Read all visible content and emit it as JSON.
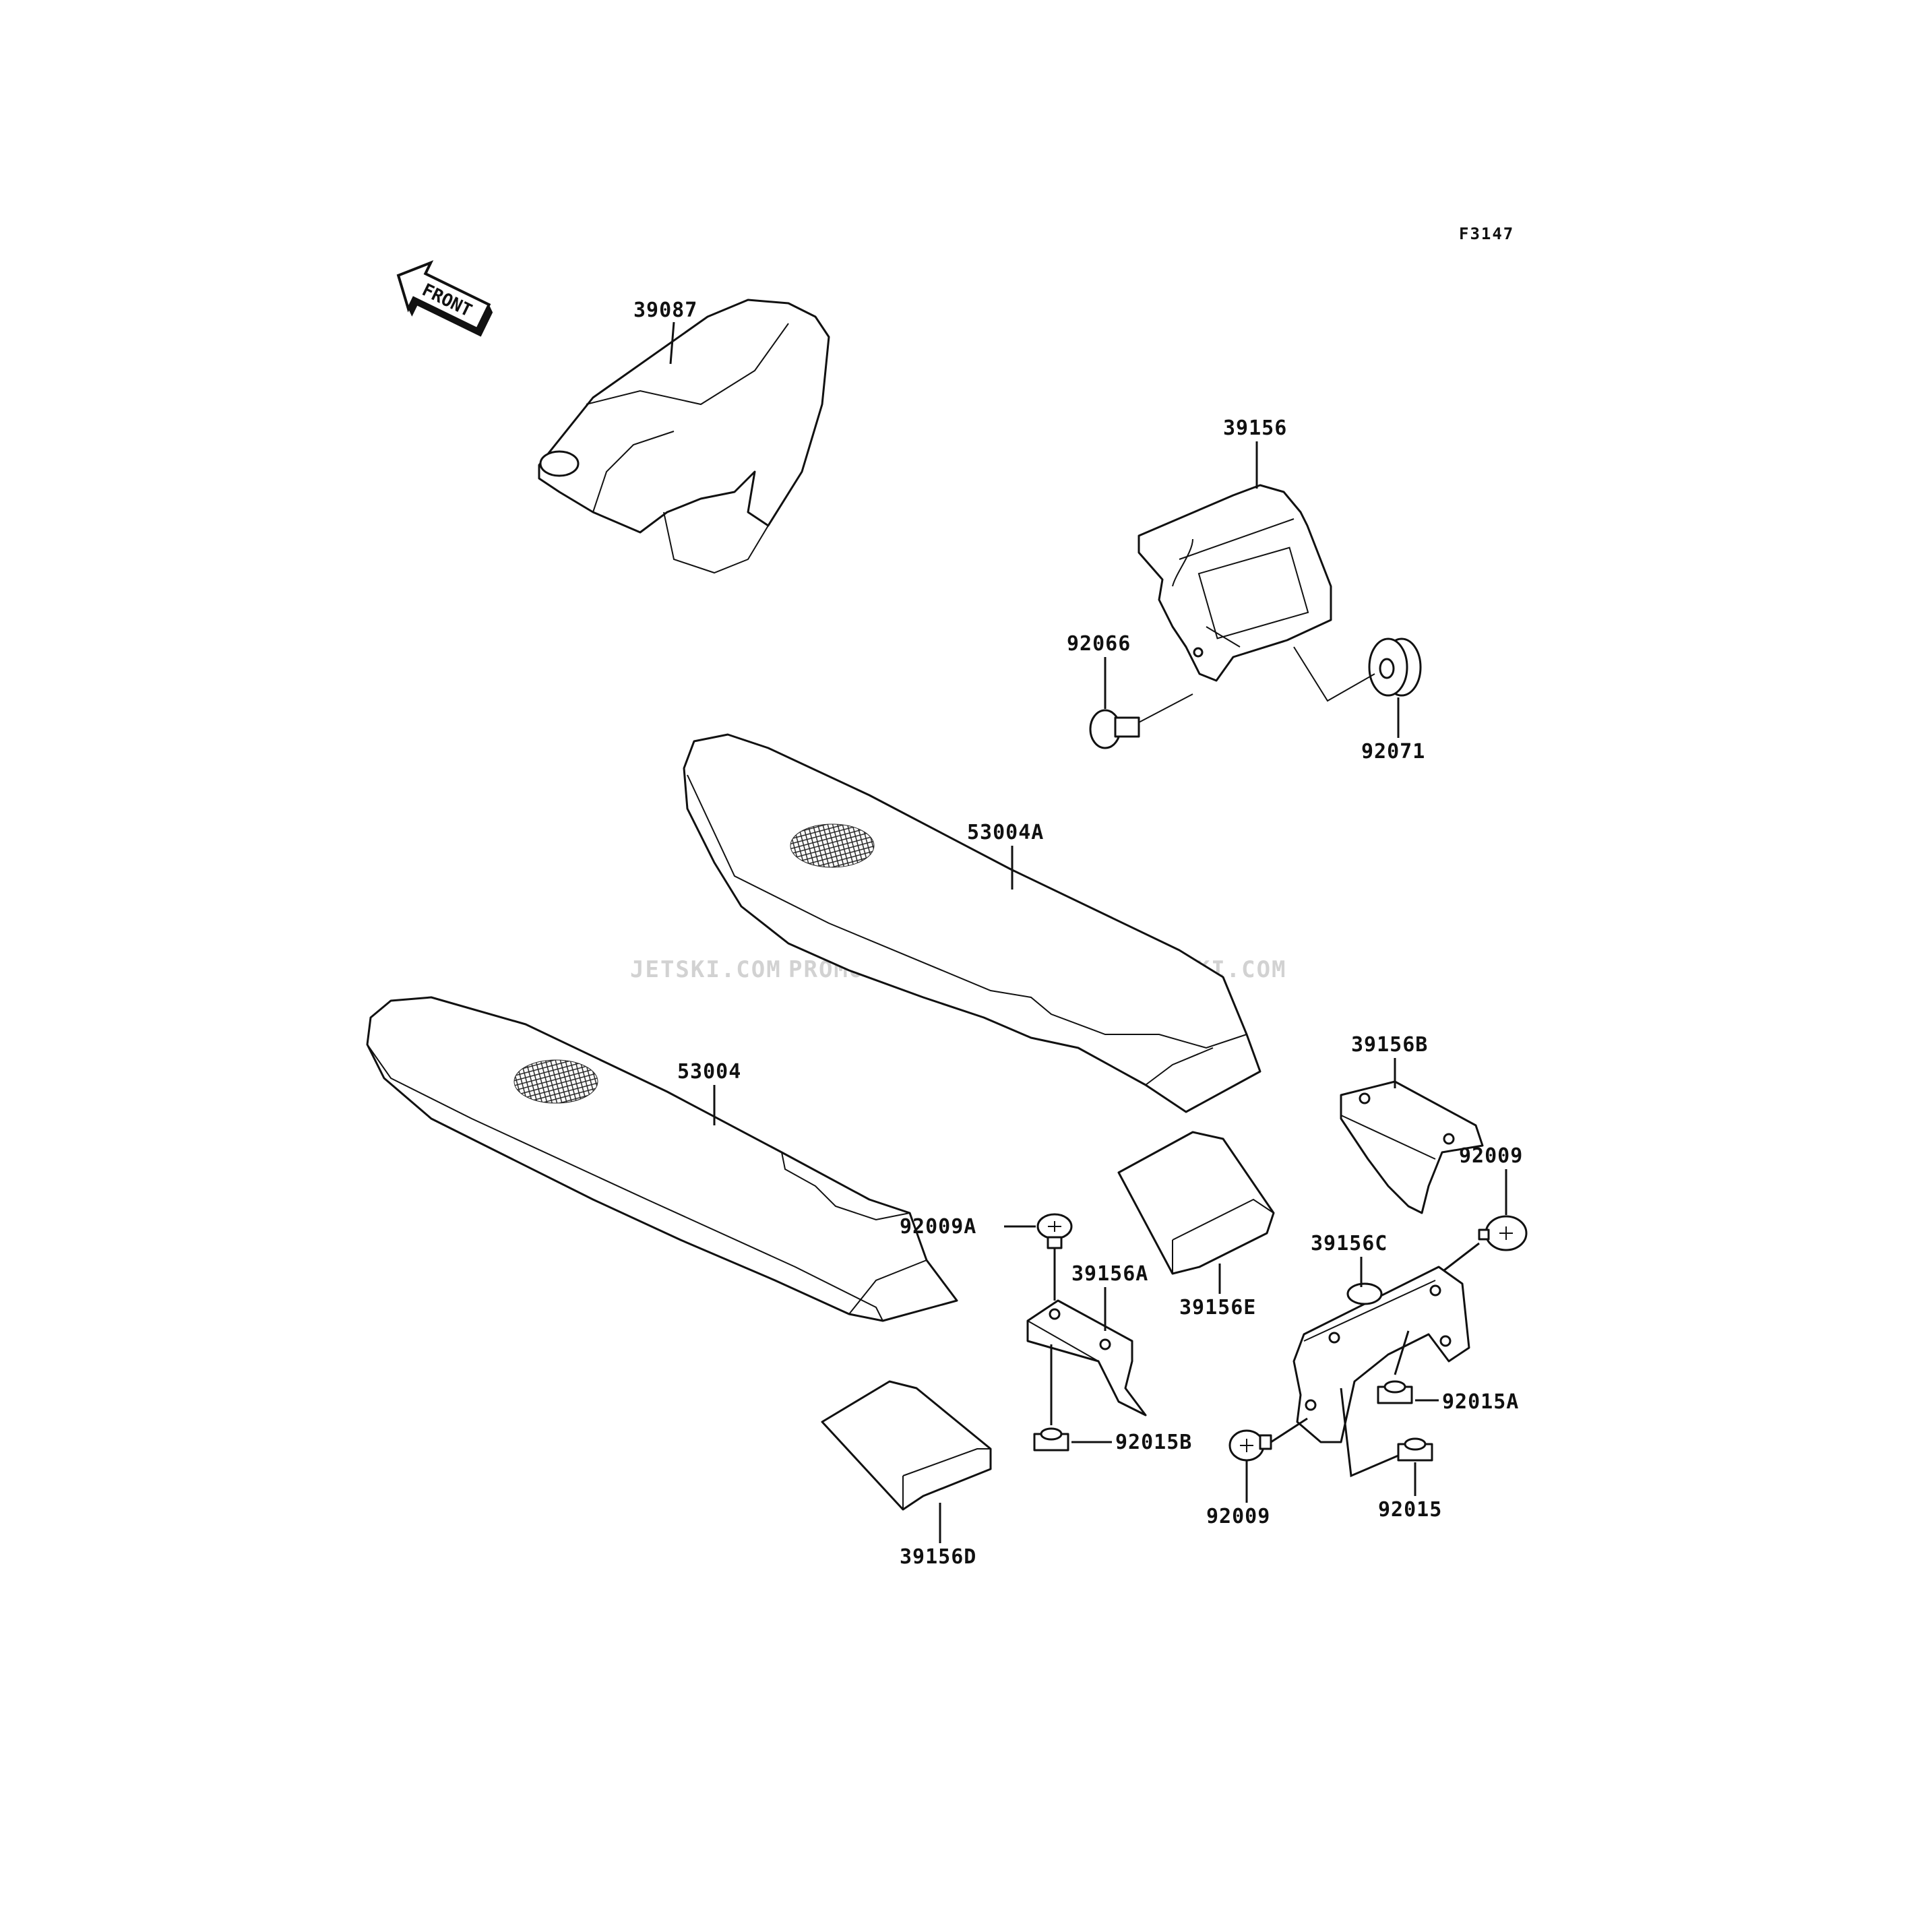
{
  "figure_code": "F3147",
  "front_arrow_label": "FRONT",
  "watermarks": [
    "JETSKI.COM",
    "PROMO-JETSKI.COM",
    "PROMO-JETSKI.COM"
  ],
  "parts": {
    "p39087": "39087",
    "p39156": "39156",
    "p92066": "92066",
    "p92071": "92071",
    "p53004A": "53004A",
    "p53004": "53004",
    "p39156B": "39156B",
    "p92009_top": "92009",
    "p39156C": "39156C",
    "p92009A": "92009A",
    "p39156A": "39156A",
    "p39156E": "39156E",
    "p92015A": "92015A",
    "p92015B": "92015B",
    "p92009_bottom": "92009",
    "p92015": "92015",
    "p39156D": "39156D"
  }
}
